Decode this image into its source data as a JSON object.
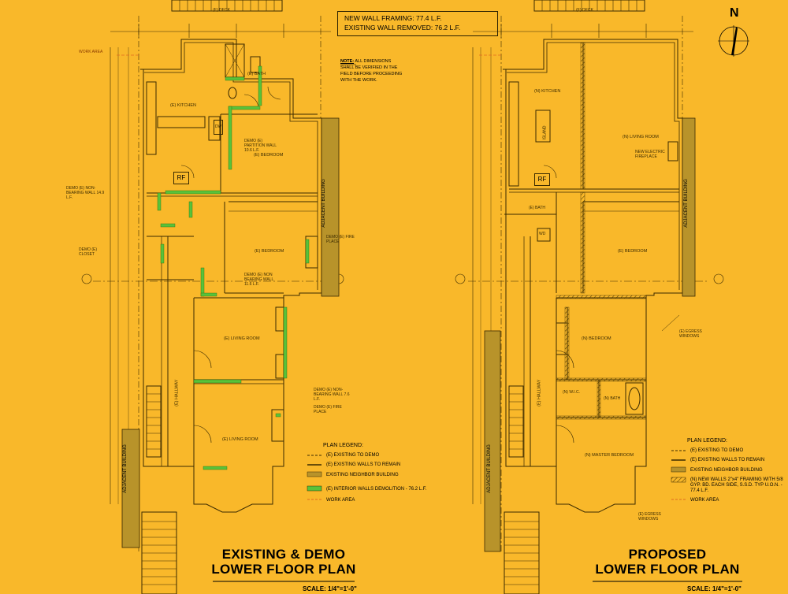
{
  "framing_box": {
    "new_wall": "NEW WALL FRAMING:  77.4 L.F.",
    "existing_removed": "EXISTING WALL REMOVED:  76.2 L.F."
  },
  "note": {
    "title": "NOTE:",
    "line1": "ALL DIMENSIONS",
    "line2": "SHALL BE VERIFIED IN THE",
    "line3": "FIELD BEFORE PROCEEDING",
    "line4": "WITH THE WORK."
  },
  "north_label": "N",
  "existing_plan": {
    "title_line1": "EXISTING & DEMO",
    "title_line2": "LOWER FLOOR PLAN",
    "scale": "SCALE: 1/4\"=1'-0\"",
    "deck": "(E) DECK",
    "adjacent_right": "ADJACENT BUILDING",
    "adjacent_left": "ADJACENT BUILDING",
    "rooms": {
      "bath": "(E) BATH",
      "kitchen": "(E) KITCHEN",
      "bedroom1": "(E) BEDROOM",
      "bedroom2": "(E) BEDROOM",
      "living1": "(E) LIVING ROOM",
      "living2": "(E) LIVING ROOM",
      "hallway": "(E) HALLWAY",
      "rf": "RF",
      "dw": "DW",
      "work_area": "WORK AREA"
    },
    "notes": {
      "demo_wall_1": "DEMO (E) NON-BEARING WALL 14.9 L.F.",
      "demo_closet": "DEMO (E) CLOSET",
      "demo_partition": "DEMO (E) PARTITION WALL 10.6 L.F.",
      "demo_fireplace": "DEMO (E) FIRE PLACE",
      "demo_fireplace2": "DEMO (E) FIRE PLACE",
      "demo_nonbearing": "DEMO (E) NON BEARING WALL 11.6 L.F.",
      "demo_nonbearing2": "DEMO (E) NON-BEARING WALL 7.6 L.F."
    },
    "legend": {
      "title": "PLAN LEGEND:",
      "items": [
        {
          "text": "(E) EXISTING   TO DEMO",
          "color": "#F9B82A",
          "style": "dash"
        },
        {
          "text": "(E) EXISTING WALLS TO REMAIN",
          "color": "#F9B82A",
          "style": "line"
        },
        {
          "text": "EXISTING NEIGHBOR BUILDING",
          "color": "#B8932A",
          "style": "fill"
        },
        {
          "text": "(E) INTERIOR WALLS  DEMOLITION - 76.2 L.F.",
          "color": "#59C23A",
          "style": "fill"
        },
        {
          "text": "WORK AREA",
          "color": "#E06A20",
          "style": "dash"
        }
      ]
    }
  },
  "proposed_plan": {
    "title_line1": "PROPOSED",
    "title_line2": "LOWER FLOOR PLAN",
    "scale": "SCALE: 1/4\"=1'-0\"",
    "deck": "(E) DECK",
    "adjacent_right": "ADJACENT BUILDING",
    "adjacent_left": "ADJACENT BUILDING",
    "rooms": {
      "kitchen": "(N) KITCHEN",
      "living": "(N) LIVING ROOM",
      "bath": "(E) BATH",
      "bedroom1": "(E) BEDROOM",
      "bedroom2": "(N) BEDROOM",
      "wic": "(N) W.I.C.",
      "nbath": "(N) BATH",
      "master": "(N) MASTER BEDROOM",
      "hallway": "(E) HALLWAY",
      "rf": "RF",
      "wd": "WD",
      "island": "ISLAND",
      "electric_fireplace": "NEW ELECTRIC FIREPLACE",
      "egress1": "(E) EGRESS WINDOWS",
      "egress2": "(E) EGRESS WINDOWS"
    },
    "legend": {
      "title": "PLAN LEGEND:",
      "items": [
        {
          "text": "(E) EXISTING   TO DEMO",
          "color": "#F9B82A",
          "style": "dash"
        },
        {
          "text": "(E) EXISTING WALLS TO REMAIN",
          "color": "#F9B82A",
          "style": "line"
        },
        {
          "text": "EXISTING NEIGHBOR BUILDING",
          "color": "#B8932A",
          "style": "fill"
        },
        {
          "text": "(N) NEW WALLS 2\"x4\" FRAMING WITH 5/8 GYP. BD. EACH SIDE, S.S.D. TYP U.O.N. - 77.4 L.F.",
          "color": "#8C6A1A",
          "style": "hatch"
        },
        {
          "text": "WORK AREA",
          "color": "#E06A20",
          "style": "dash"
        }
      ]
    }
  },
  "colors": {
    "background": "#F9B82A",
    "line": "#3a2a00",
    "demo_green": "#59C23A",
    "neighbor": "#B8932A",
    "new_wall": "#8C6A1A",
    "work_area": "#E06A20"
  }
}
